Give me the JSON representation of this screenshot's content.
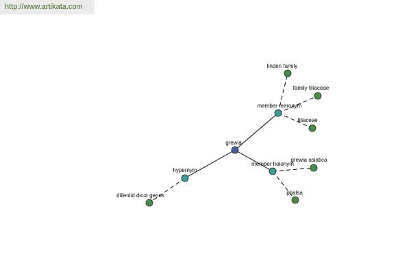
{
  "watermark": {
    "text": "http://www.artikata.com"
  },
  "colors": {
    "root": "#4c5a9a",
    "relation": "#3f9a96",
    "leaf": "#4a8a4a",
    "watermark_bg": "#ebebeb",
    "watermark_text": "#3f6a22"
  },
  "graph": {
    "nodes": [
      {
        "id": "grewia",
        "label": "grewia",
        "kind": "root"
      },
      {
        "id": "member-meronym",
        "label": "member meronym",
        "kind": "relation"
      },
      {
        "id": "member-holonym",
        "label": "member holonym",
        "kind": "relation"
      },
      {
        "id": "hypernym",
        "label": "hypernym",
        "kind": "relation"
      },
      {
        "id": "linden-family",
        "label": "linden family",
        "kind": "leaf"
      },
      {
        "id": "family-tiliaceae",
        "label": "family tiliaceae",
        "kind": "leaf"
      },
      {
        "id": "tiliaceae",
        "label": "tiliaceae",
        "kind": "leaf"
      },
      {
        "id": "grewia-asiatica",
        "label": "grewia asiatica",
        "kind": "leaf"
      },
      {
        "id": "phalsa",
        "label": "phalsa",
        "kind": "leaf"
      },
      {
        "id": "dilleniid-dicot-genus",
        "label": "dilleniid dicot genus",
        "kind": "leaf"
      }
    ],
    "edges": [
      {
        "from": "grewia",
        "to": "member-meronym",
        "style": "solid"
      },
      {
        "from": "grewia",
        "to": "member-holonym",
        "style": "solid"
      },
      {
        "from": "grewia",
        "to": "hypernym",
        "style": "solid"
      },
      {
        "from": "member-meronym",
        "to": "linden-family",
        "style": "dashed"
      },
      {
        "from": "member-meronym",
        "to": "family-tiliaceae",
        "style": "dashed"
      },
      {
        "from": "member-meronym",
        "to": "tiliaceae",
        "style": "dashed"
      },
      {
        "from": "member-holonym",
        "to": "grewia-asiatica",
        "style": "dashed"
      },
      {
        "from": "member-holonym",
        "to": "phalsa",
        "style": "dashed"
      },
      {
        "from": "hypernym",
        "to": "dilleniid-dicot-genus",
        "style": "dashed"
      }
    ]
  }
}
